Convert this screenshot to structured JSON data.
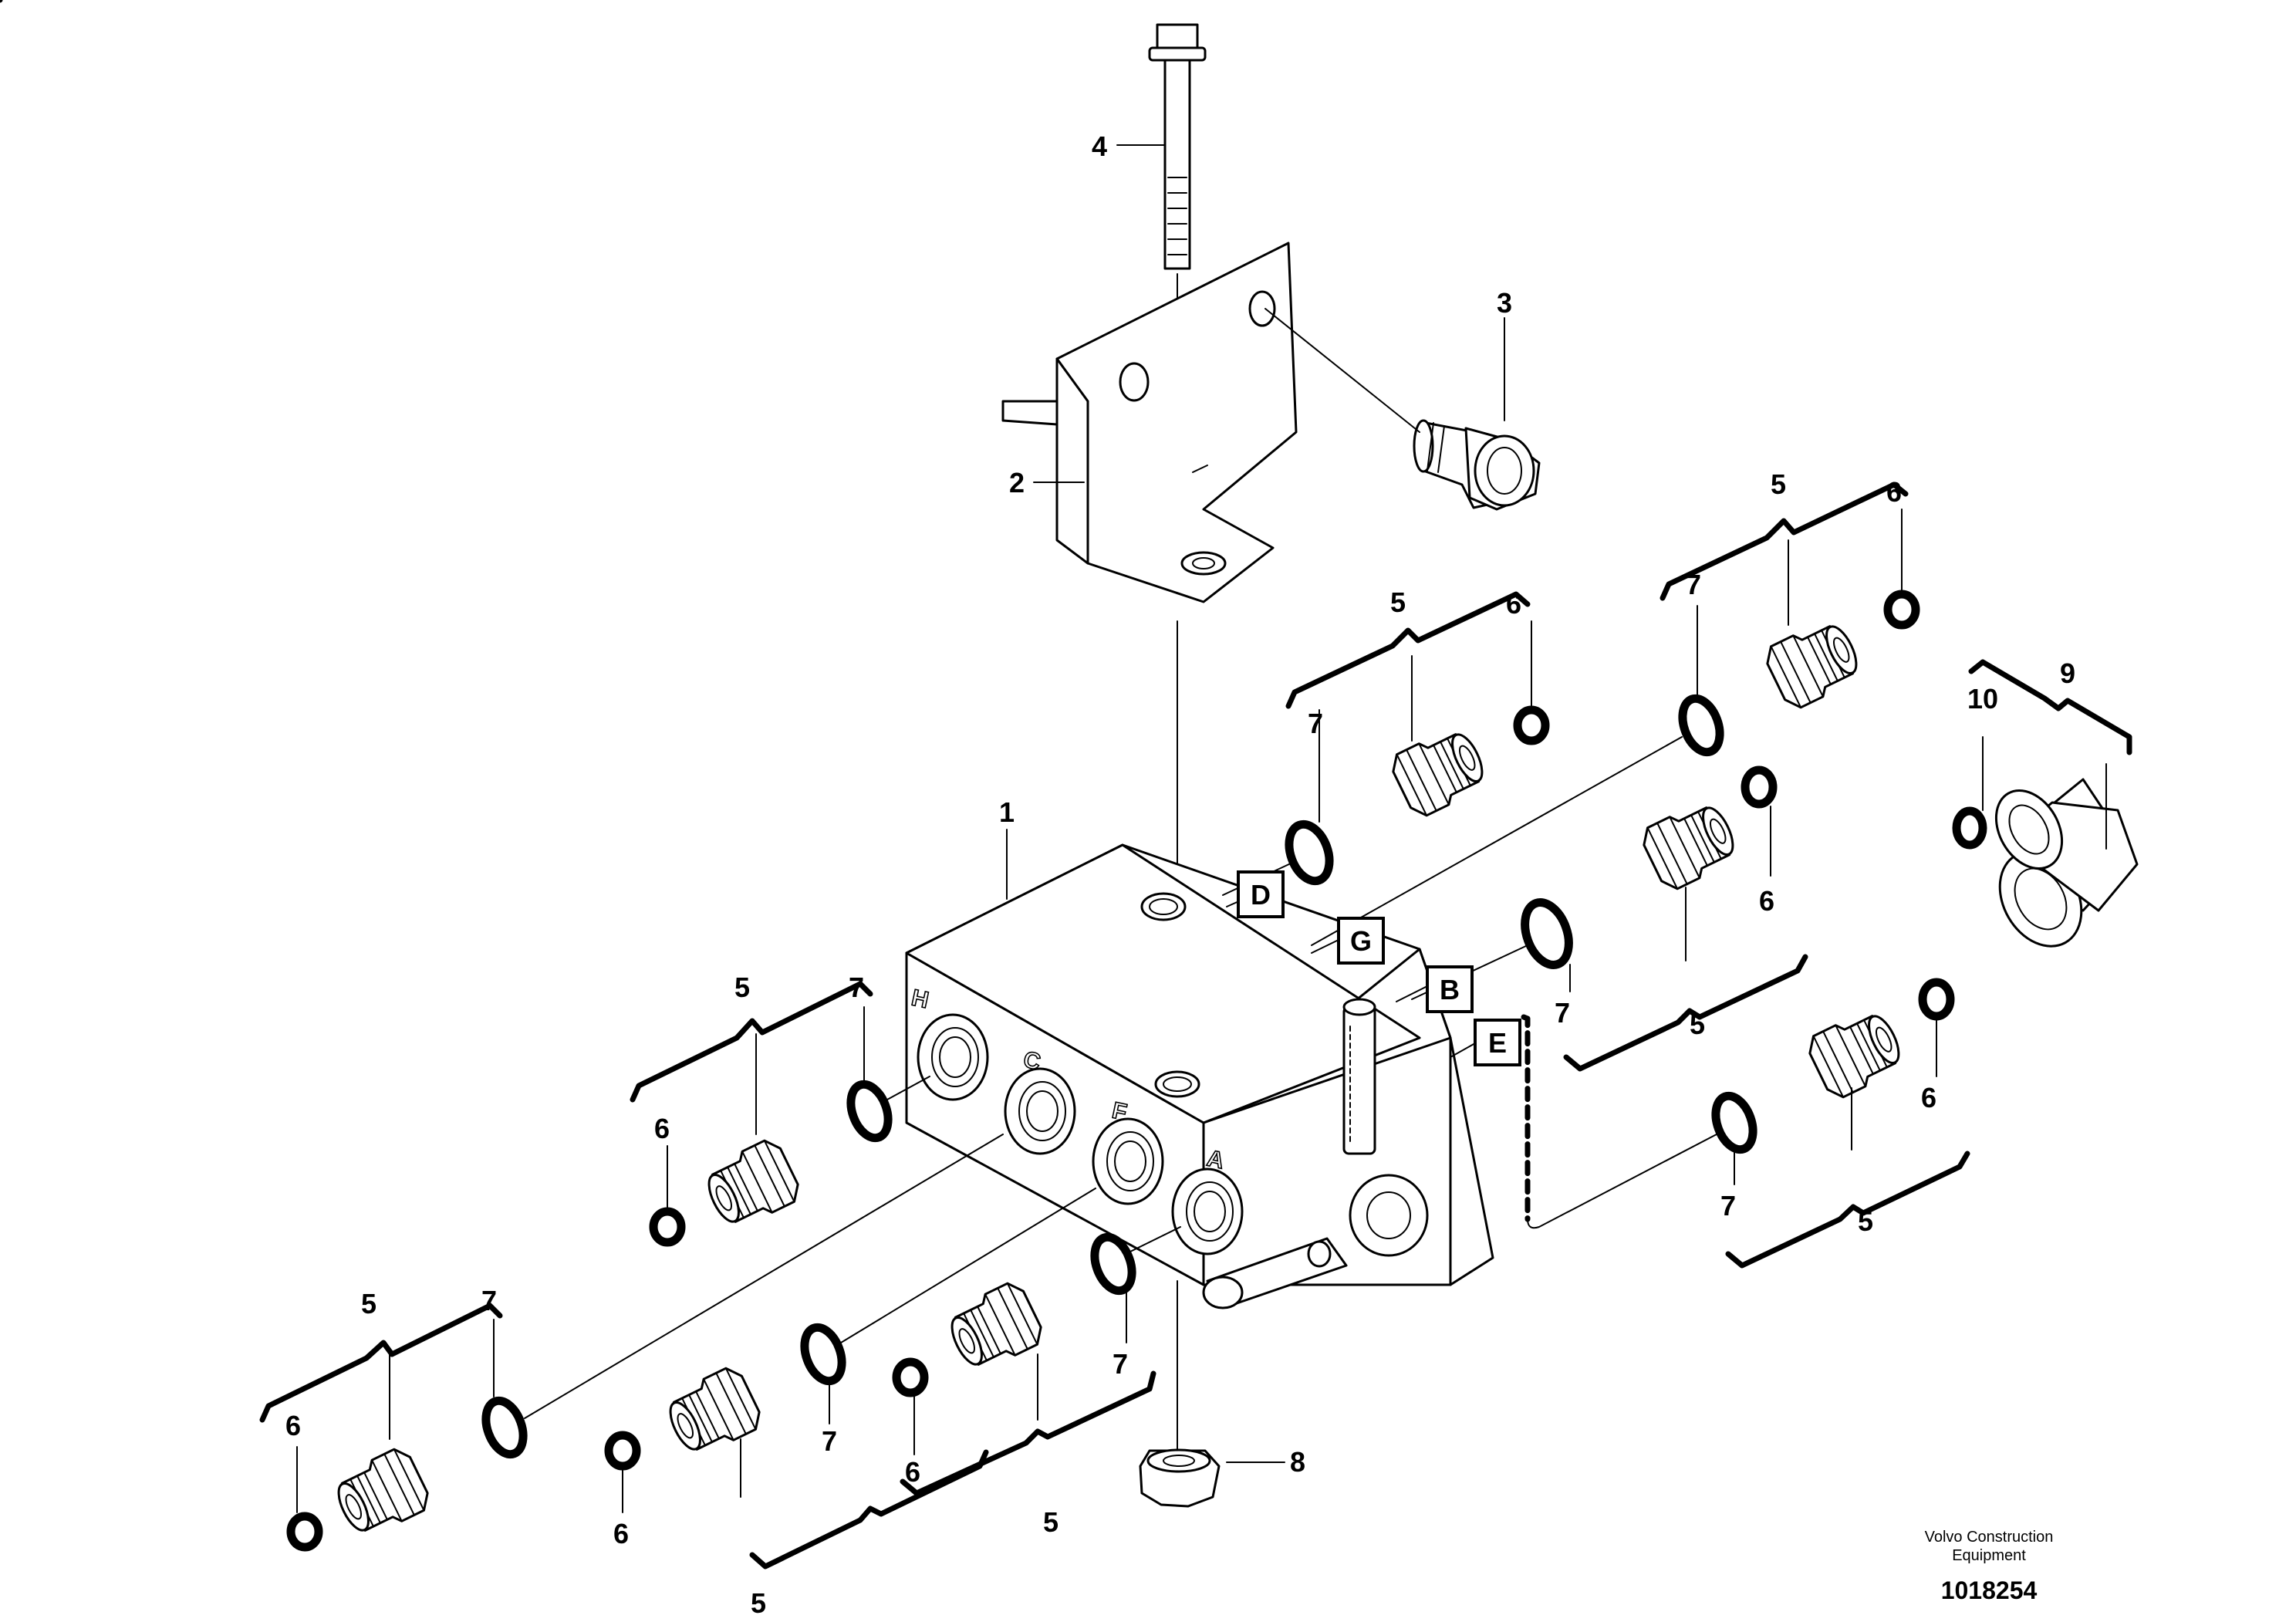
{
  "labels": {
    "l1": "1",
    "l2": "2",
    "l3": "3",
    "l4": "4",
    "l8": "8",
    "l9": "9",
    "l10": "10",
    "g1_5": "5",
    "g1_6": "6",
    "g1_7": "7",
    "g2_5": "5",
    "g2_6": "6",
    "g2_7": "7",
    "g3_5": "5",
    "g3_6": "6",
    "g3_7": "7",
    "g4_5": "5",
    "g4_6": "6",
    "g4_7": "7",
    "g5_5": "5",
    "g5_6": "6",
    "g5_7": "7",
    "g6_5": "5",
    "g6_6": "6",
    "g6_7": "7",
    "g7_5": "5",
    "g7_6": "6",
    "g7_7": "7",
    "g8_5": "5",
    "g8_6": "6",
    "g8_7": "7"
  },
  "port_boxes": {
    "D": "D",
    "G": "G",
    "B": "B",
    "E": "E"
  },
  "ports": {
    "H": "H",
    "C": "C",
    "F": "F",
    "A": "A"
  },
  "footer": {
    "brand_line1": "Volvo Construction",
    "brand_line2": "Equipment",
    "doc_number": "1018254"
  }
}
